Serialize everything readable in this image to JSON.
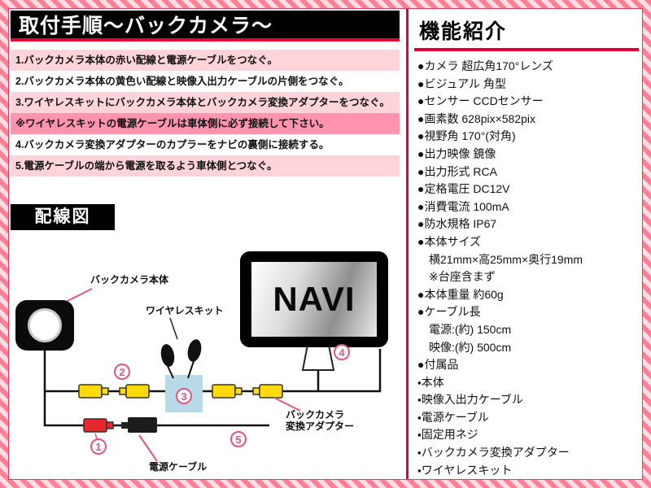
{
  "title": "取付手順〜バックカメラ〜",
  "steps": [
    "1.バックカメラ本体の赤い配線と電源ケーブルをつなぐ。",
    "2.バックカメラ本体の黄色い配線と映像入出力ケーブルの片側をつなぐ。",
    "3.ワイヤレスキットにバックカメラ本体とバックカメラ変換アダプターをつなぐ。",
    "※ワイヤレスキットの電源ケーブルは車体側に必ず接続して下さい。",
    "4.バックカメラ変換アダプターのカプラーをナビの裏側に接続する。",
    "5.電源ケーブルの端から電源を取るよう車体側とつなぐ。"
  ],
  "wiring": {
    "heading": "配線図",
    "navi": "NAVI",
    "labels": {
      "camera": "バックカメラ本体",
      "wireless": "ワイヤレスキット",
      "adapter": "バックカメラ\n変換アダプター",
      "power": "電源ケーブル"
    },
    "markers": [
      "1",
      "2",
      "3",
      "4",
      "5"
    ]
  },
  "features": {
    "heading": "機能紹介",
    "lines": [
      "●カメラ 超広角170°レンズ",
      "●ビジュアル 角型",
      "●センサー CCDセンサー",
      "●画素数 628pix×582pix",
      "●視野角 170°(対角)",
      "●出力映像 鏡像",
      "●出力形式 RCA",
      "●定格電圧 DC12V",
      "●消費電流 100mA",
      "●防水規格 IP67",
      "●本体サイズ",
      "　横21mm×高25mm×奥行19mm",
      "　※台座含まず",
      "●本体重量 約60g",
      "●ケーブル長",
      "　電源:(約) 150cm",
      "　映像:(約) 500cm",
      "●付属品",
      "・本体",
      "・映像入出力ケーブル",
      "・電源ケーブル",
      "・固定用ネジ",
      "・バックカメラ変換アダプター",
      "・ワイヤレスキット"
    ]
  },
  "colors": {
    "accent_red": "#e60033",
    "stripe_pink": "#ff7f95",
    "step_pink": "#ffd3da",
    "note_pink": "#ff93b0",
    "connector_yellow": "#ffd908",
    "plug_red": "#e8262d",
    "wireless_blue": "#b7d9e8",
    "marker_pink": "#e7537f"
  }
}
